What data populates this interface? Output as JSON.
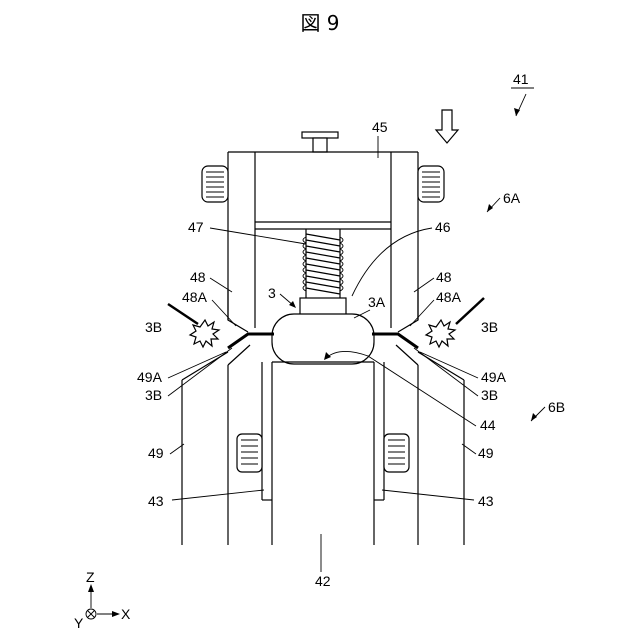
{
  "figure": {
    "title": "図 9"
  },
  "labels": {
    "l41": "41",
    "l45": "45",
    "l6A": "6A",
    "l6B": "6B",
    "l47": "47",
    "l46": "46",
    "l3": "3",
    "l3A_top": "3A",
    "l48_left": "48",
    "l48_right": "48",
    "l48A_left": "48A",
    "l48A_right": "48A",
    "l3B_left_top": "3B",
    "l3B_right_top": "3B",
    "l49A_left": "49A",
    "l49A_right": "49A",
    "l3B_left_bot": "3B",
    "l3B_right_bot": "3B",
    "l44": "44",
    "l49_left": "49",
    "l49_right": "49",
    "l43_left": "43",
    "l43_right": "43",
    "l42": "42"
  },
  "axes": {
    "z": "Z",
    "x": "X",
    "y": "Y"
  }
}
